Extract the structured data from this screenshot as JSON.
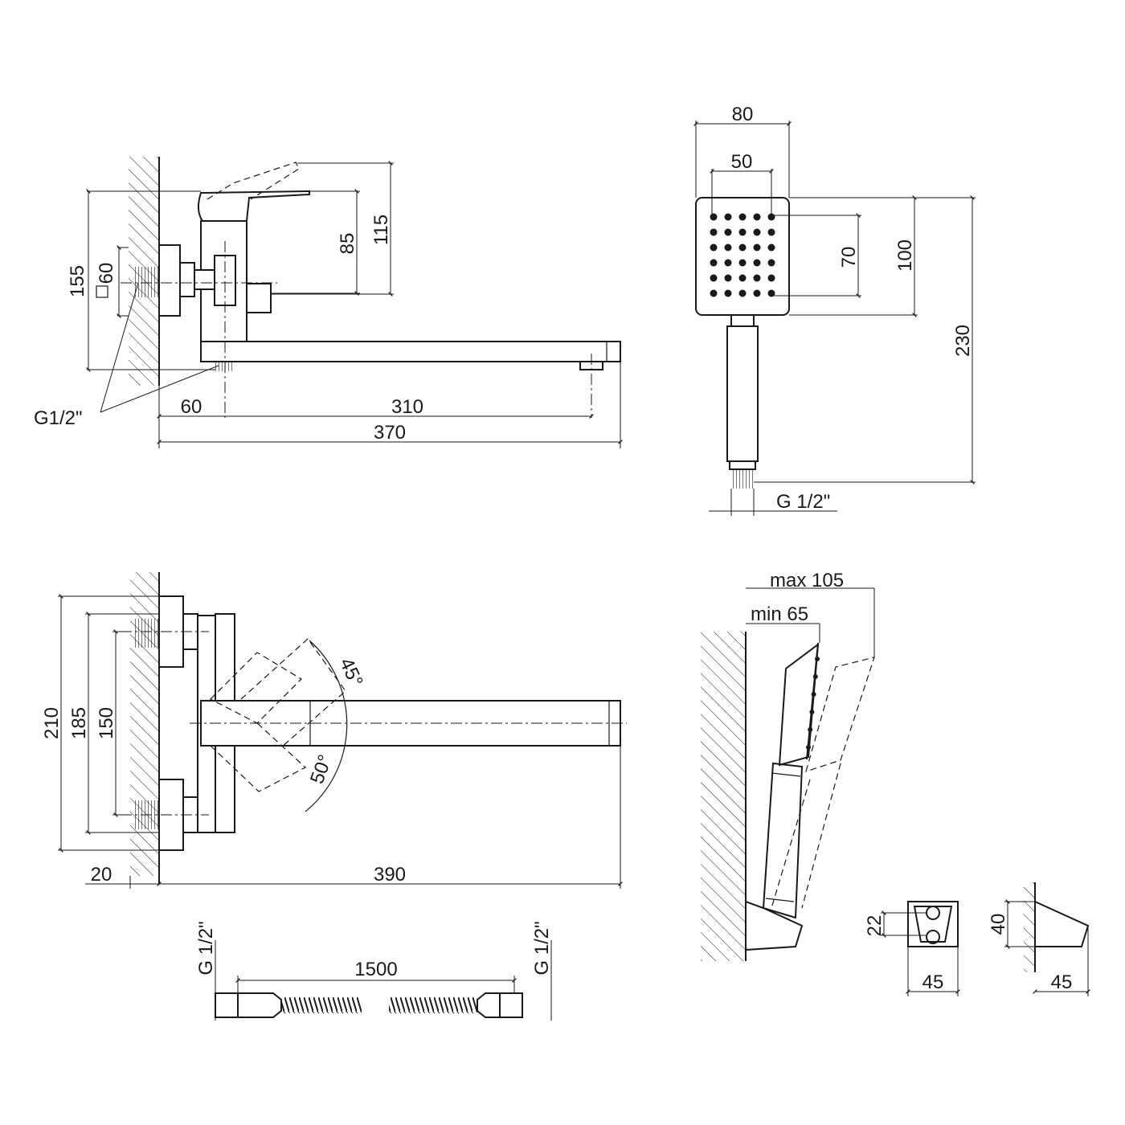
{
  "colors": {
    "ink": "#1a1a1a",
    "background": "#ffffff"
  },
  "faucet_side": {
    "dim_155": "155",
    "dim_60_square": "60",
    "dim_85": "85",
    "dim_115": "115",
    "dim_60": "60",
    "dim_310": "310",
    "dim_370": "370",
    "thread": "G1/2\""
  },
  "hand_shower": {
    "dim_80": "80",
    "dim_50": "50",
    "dim_70": "70",
    "dim_100": "100",
    "dim_230": "230",
    "thread": "G 1/2\""
  },
  "faucet_top": {
    "dim_210": "210",
    "dim_185": "185",
    "dim_150": "150",
    "angle_45": "45°",
    "angle_50": "50°",
    "dim_20": "20",
    "dim_390": "390"
  },
  "hose": {
    "length": "1500",
    "thread_left": "G 1/2\"",
    "thread_right": "G 1/2\""
  },
  "holder_side": {
    "max": "max 105",
    "min": "min 65"
  },
  "holder_front": {
    "dim_22": "22",
    "dim_45": "45"
  },
  "holder_profile": {
    "dim_40": "40",
    "dim_45": "45"
  }
}
